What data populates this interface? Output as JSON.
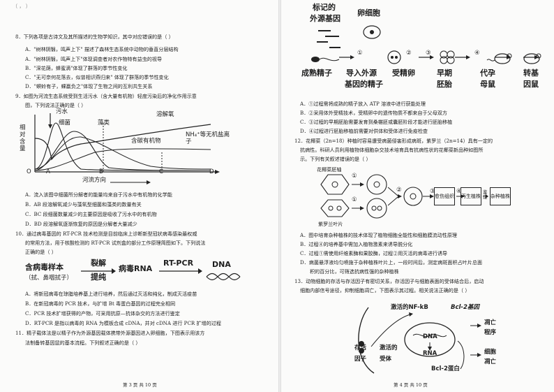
{
  "left": {
    "top_line": "（                    ，                    ）",
    "q8": {
      "stem": "8．下列各项是古诗文及其所描述的生物学知识，其中对应错误的是（    ）",
      "a1": "A．\"树林阴翳，鸣声上下\" 描述了森林生态系统中动物的垂直分层结构",
      "a2": "A．\"树林阴翳，鸣声上下\"体现调查者对农作物特有益虫的视导",
      "b": "B．\"深花荫，蜂蜜滴\"体现了群落的季节性变化",
      "c": "C．\"无可奈何花落去，似曾相识燕归来\" 体现了群落的季节性变化",
      "d": "D．\"螟蛉有子，蜾蠃负之\"体现了生物之间的互利共生关系"
    },
    "q9": {
      "stem": "9．如图为河流生态系统受到生活污水（含大量有机物）轻度污染后的净化作用示意",
      "stem2": "图，下列说法正确的是（    ）",
      "chart_labels": {
        "sewage": "污水",
        "bacteria": "细菌",
        "algae": "藻类",
        "oxygen": "溶解氧",
        "ions": "NH₄⁺等无机盐离子",
        "organics": "含碳有机物",
        "ylabel": "相对含量",
        "points": [
          "O",
          "A",
          "B",
          "C",
          "D"
        ],
        "xlabel": "河流方向"
      },
      "a": "A．流入该图中细菌所分解者的能量均来自于污水中有机物的化学能",
      "b": "B．AB 段溶解氧减少与藻氧型细菌和藻类的数量有关",
      "c": "C．BC 段细菌数量减少的主要原因是吸收了污水中的有机物",
      "d": "D．BD 段溶解氧逐渐恢复的原因是分解者大量减少"
    },
    "q10": {
      "stem": "10．通过病毒基因的 RT-PCR 技术检测是目前临床上诊断新型冠状病毒感染最权威",
      "stem2": "的常用方法，用于核酸检测的 RT-PCR 试剂盒的部分工作原理简图如下。下列说法",
      "stem3": "正确的是（    ）",
      "flow": {
        "sample": "含病毒样本",
        "sample_sub": "（拭、鼻咽拭子）",
        "lyse": "裂解",
        "purify": "提纯",
        "rna": "病毒RNA",
        "rtpcr": "RT-PCR",
        "dna": "DNA"
      },
      "a": "A．将新冠病毒在琼脂培养基上进行培养，然后通过灭活和纯化，制成灭活疫苗",
      "b": "B．在新冠病毒的 PCR 技术，与扩增 Bt 毒蛋白基因的过程完全相同",
      "c": "C．PCR 技术扩增获得的产物，可采用抗原—抗体杂交的方法进行鉴定",
      "d": "D．RT-PCR 是指以病毒的 RNA 为模板合成 cDNA，并对 cDNA 进行 PCR 扩增的过程"
    },
    "q11": {
      "stem": "11．精子载体法是以精子作为外源基因载体携带外源基因进入卵细胞，下图表示用该方",
      "stem2": "法制备转基因鼠的基本流程。下列叙述正确的是（    ）"
    },
    "page_num": "第 3 页 共 10 页"
  },
  "right": {
    "diagram11": {
      "label_gene": "标记的",
      "label_gene2": "外源基因",
      "label_egg": "卵细胞",
      "sperm": "成熟精子",
      "sperm_gene": "导入外源",
      "sperm_gene2": "基因的精子",
      "fertilized": "受精卵",
      "embryo": "早期",
      "embryo2": "胚胎",
      "surrogate": "代孕",
      "surrogate2": "母鼠",
      "mouse": "转基",
      "mouse2": "因鼠",
      "steps": [
        "①",
        "②",
        "③",
        "④"
      ]
    },
    "q11_opts": {
      "a": "A．①过程需将成熟的精子放入 ATP 溶液中进行获能处理",
      "b": "B．②采用体外受精技术，受精卵中的遗传物质不都来自于父母双方",
      "c": "C．③过程的早期胚胎需要发育到桑椹胚或囊胚阶段才能进行胚胎移植",
      "d": "D．④过程进行胚胎移植前需要对供体和受体进行免疫检查"
    },
    "q12": {
      "stem": "12．花椰菜（2n=18）种植时容易遭受病菌侵害形成病斑，紫罗兰（2n=14）具有一定的",
      "stem2": "抗病性。科研人员利用植物体细胞杂交技术培育具有抗病性状的花椰菜新品种如图所",
      "stem3": "示。下列有关叙述错误的是（    ）",
      "cauliflower": "花椰菜胚轴",
      "violet": "紫罗兰叶片",
      "callus": "愈伤组织",
      "regen": "再生植株",
      "identify": "鉴定",
      "hybrid": "杂种植株",
      "steps": [
        "①",
        "②",
        "③",
        "④"
      ],
      "a": "A．图中培育杂种植株的技术体现了植物细胞全能性和细胞膜流动性原理",
      "b": "B．过程④的培养基中需加入植物激素来诱导脱分化",
      "c": "C．过程①需使用纤维素酶和果胶酶，过程②用灭活的病毒进行诱导",
      "d": "D．病菌悬浮液均匀喷施于杂种植株叶片上，一段时间后，测定病斑面积占叶片总面",
      "d2": "积的百分比，可筛选抗病性强的杂种植株"
    },
    "q13": {
      "stem": "13．动物细胞的存活与存活因子有密切关系，存活因子与细胞表面的受体结合后，启动",
      "stem2": "细胞内部信号途径，抑制细胞凋亡，下图表示其过程。相关说法正确的是（    ）",
      "nfkb": "激活的NF-kB",
      "bcl2gene": "Bcl-2基因",
      "dna": "DNA",
      "rna": "RNA",
      "factor": "存活",
      "factor2": "因子",
      "receptor": "激活的",
      "receptor2": "受体",
      "apoptosis": "凋亡",
      "apoptosis2": "程序",
      "bcl2protein": "Bcl-2蛋白",
      "cellapop": "细胞",
      "cellapop2": "凋亡"
    },
    "page_num": "第 4 页 共 10 页"
  }
}
